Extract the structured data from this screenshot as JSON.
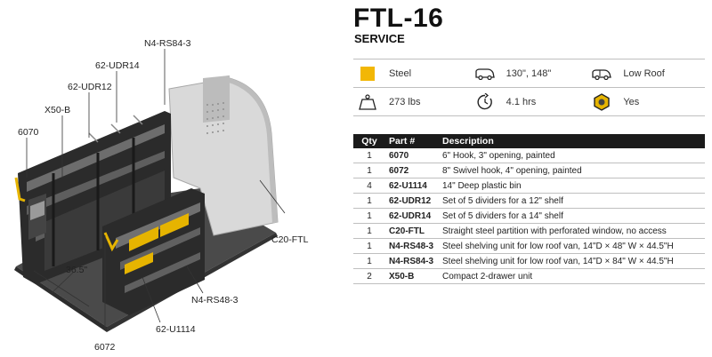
{
  "header": {
    "title": "FTL-16",
    "subtitle": "SERVICE"
  },
  "specs": [
    {
      "icon": "material-swatch-icon",
      "color": "#f2b705",
      "value": "Steel"
    },
    {
      "icon": "van-icon",
      "value": "130\", 148\""
    },
    {
      "icon": "van-roof-icon",
      "value": "Low Roof"
    },
    {
      "icon": "weight-icon",
      "value": "273 lbs"
    },
    {
      "icon": "install-time-icon",
      "value": "4.1 hrs"
    },
    {
      "icon": "hex-bolt-icon",
      "value": "Yes"
    }
  ],
  "table": {
    "headers": [
      "Qty",
      "Part #",
      "Description"
    ],
    "rows": [
      {
        "qty": "1",
        "part": "6070",
        "desc": "6\" Hook, 3\" opening, painted"
      },
      {
        "qty": "1",
        "part": "6072",
        "desc": "8\" Swivel hook, 4\" opening, painted"
      },
      {
        "qty": "4",
        "part": "62-U1114",
        "desc": "14\" Deep plastic bin"
      },
      {
        "qty": "1",
        "part": "62-UDR12",
        "desc": "Set of 5 dividers for a 12\" shelf"
      },
      {
        "qty": "1",
        "part": "62-UDR14",
        "desc": "Set of 5 dividers for a 14\" shelf"
      },
      {
        "qty": "1",
        "part": "C20-FTL",
        "desc": "Straight steel partition with perforated window, no access"
      },
      {
        "qty": "1",
        "part": "N4-RS48-3",
        "desc": "Steel shelving unit for low roof van, 14\"D × 48\" W × 44.5\"H"
      },
      {
        "qty": "1",
        "part": "N4-RS84-3",
        "desc": "Steel shelving unit for low roof van, 14\"D × 84\" W × 44.5\"H"
      },
      {
        "qty": "2",
        "part": "X50-B",
        "desc": "Compact 2-drawer unit"
      }
    ]
  },
  "callouts": {
    "n4rs84": "N4-RS84-3",
    "udr14": "62-UDR14",
    "udr12": "62-UDR12",
    "x50b": "X50-B",
    "hook6070": "6070",
    "c20": "C20-FTL",
    "dim": "36.5\"",
    "n4rs48": "N4-RS48-3",
    "u1114": "62-U1114",
    "hook6072": "6072"
  }
}
